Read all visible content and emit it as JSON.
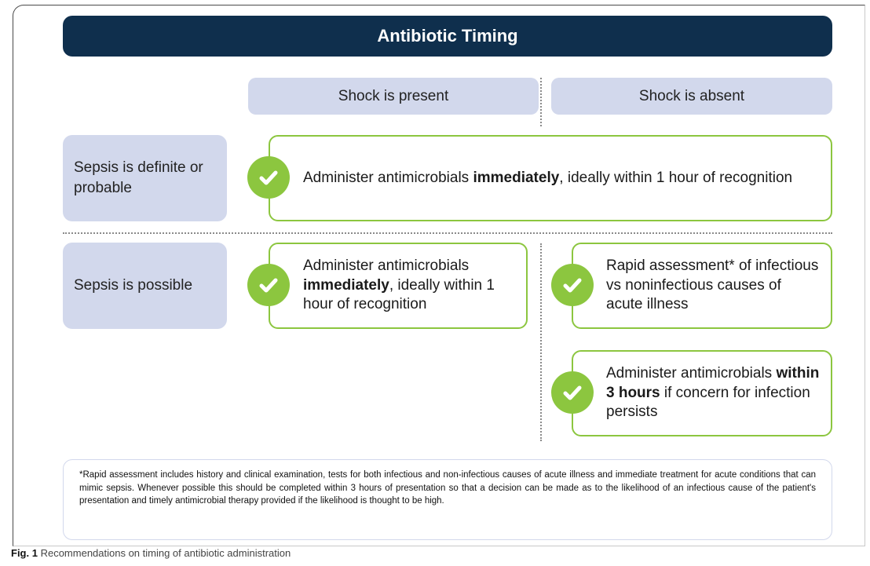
{
  "title": "Antibiotic Timing",
  "columns": {
    "present": "Shock is present",
    "absent": "Shock is absent"
  },
  "rows": {
    "definite": "Sepsis is definite or probable",
    "possible": "Sepsis is possible"
  },
  "boxes": {
    "definite_all": {
      "pre": "Administer antimicrobials ",
      "bold": "immediately",
      "post": ", ideally within 1 hour of recognition"
    },
    "possible_shock": {
      "pre": "Administer antimicrobials ",
      "bold": "immediately",
      "post": ", ideally within 1 hour of recognition"
    },
    "possible_noshock_assess": {
      "pre": "Rapid assessment* of infectious vs noninfectious causes of acute illness",
      "bold": "",
      "post": ""
    },
    "possible_noshock_admin": {
      "pre": "Administer antimicrobials ",
      "bold": "within 3 hours",
      "post": " if concern for infection persists"
    }
  },
  "footnote": "*Rapid assessment includes history and clinical examination, tests for both infectious and non-infectious causes of acute illness and immediate treatment for acute conditions that can mimic sepsis. Whenever possible this should be completed within 3 hours of presentation so that a decision can be made as to the likelihood of an infectious cause of the patient's presentation and timely antimicrobial therapy provided if the likelihood is thought to be high.",
  "caption": {
    "label": "Fig. 1",
    "text": "Recommendations on timing of antibiotic administration"
  },
  "colors": {
    "navy": "#0f2f4d",
    "lavender": "#d2d8ec",
    "green": "#8cc63f"
  },
  "icons": {
    "check": "check-circle-icon"
  }
}
